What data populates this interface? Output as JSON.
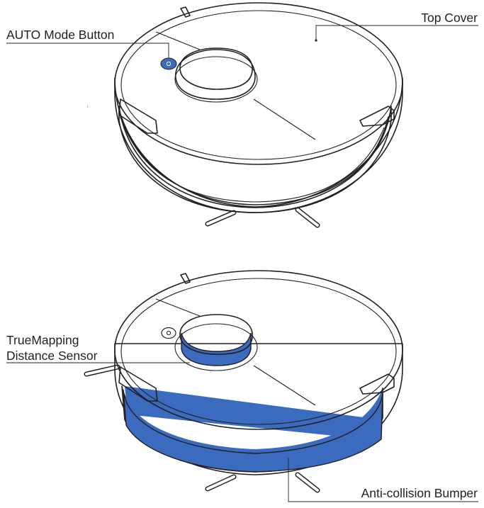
{
  "labels": {
    "top_cover": "Top Cover",
    "auto_mode_button": "AUTO Mode Button",
    "sensor_line1": "TrueMapping",
    "sensor_line2": "Distance Sensor",
    "bumper": "Anti-collision Bumper"
  },
  "colors": {
    "highlight": "#3a6bbf",
    "line": "#231f20",
    "background": "#ffffff"
  }
}
